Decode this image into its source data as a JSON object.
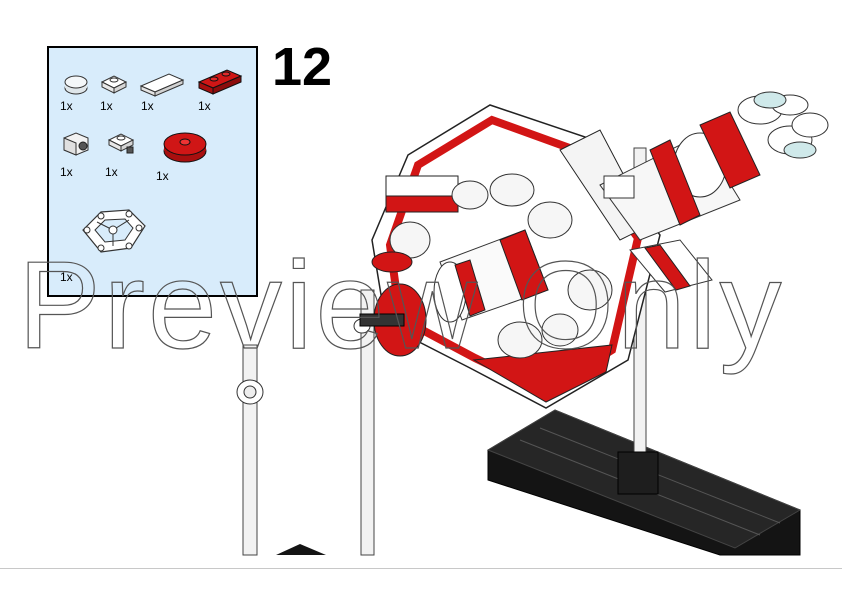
{
  "step": {
    "number": "12"
  },
  "parts": [
    {
      "name": "round-tile-1x1-transparent",
      "qty": "1x",
      "color": "#e8eef2"
    },
    {
      "name": "plate-1x1-white",
      "qty": "1x",
      "color": "#ffffff"
    },
    {
      "name": "tile-1x2-white",
      "qty": "1x",
      "color": "#ffffff"
    },
    {
      "name": "plate-1x2-red",
      "qty": "1x",
      "color": "#cc1111"
    },
    {
      "name": "bracket-1x1-white",
      "qty": "1x",
      "color": "#ffffff"
    },
    {
      "name": "clip-plate-1x1-white",
      "qty": "1x",
      "color": "#ffffff"
    },
    {
      "name": "round-plate-2x2-red",
      "qty": "1x",
      "color": "#cc1111"
    },
    {
      "name": "hexagonal-frame-white",
      "qty": "1x",
      "color": "#ffffff"
    }
  ],
  "watermark": "Preview Only",
  "colors": {
    "parts_bg": "#d8ecfb",
    "red": "#d21515",
    "white": "#ffffff",
    "black": "#111111"
  }
}
